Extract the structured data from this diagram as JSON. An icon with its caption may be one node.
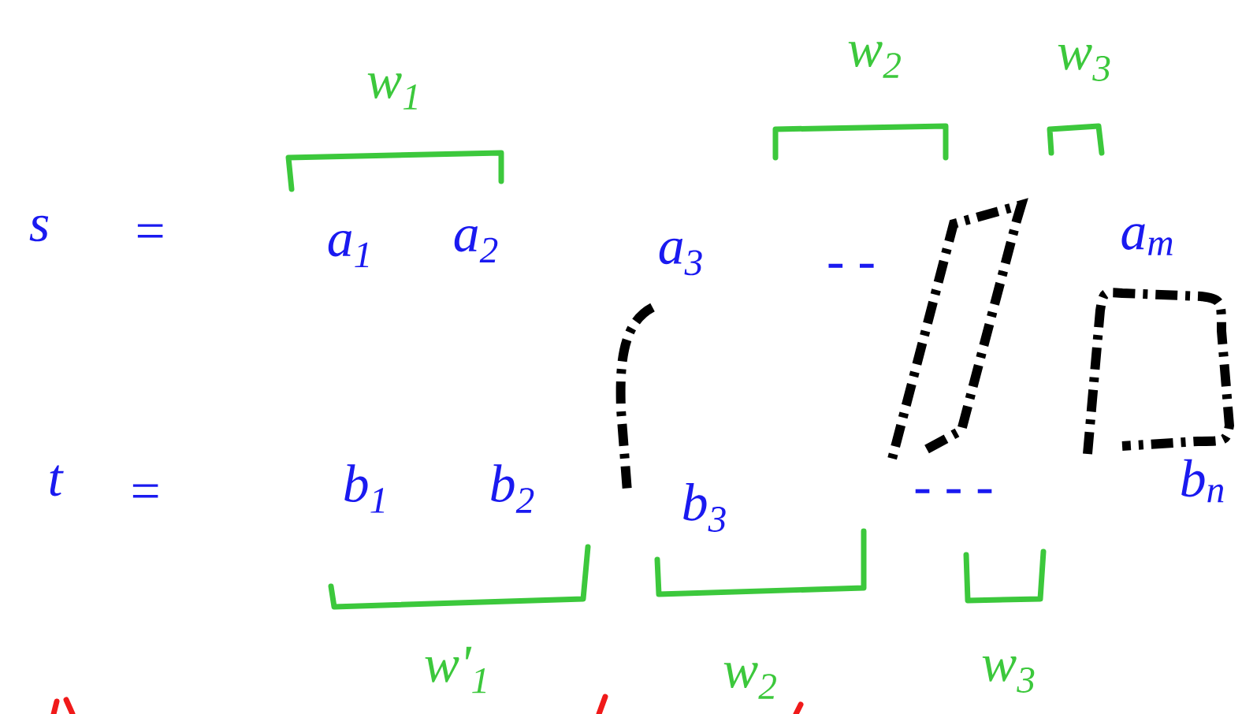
{
  "diagram": {
    "labels": [
      "w$_{1}$",
      "w$_{2}$",
      "w$_{3}$",
      "s",
      "=",
      "a$_{1}$",
      "a$_{2}$",
      "a$_{3}$",
      "- -",
      "a$_{m}$",
      "t",
      "=",
      "b$_{1}$",
      "b$_{2}$",
      "b$_{3}$",
      "- - -",
      "b$_{n}$",
      "w'$_{1}$",
      "w$_{2}$",
      "w$_{3}$"
    ]
  }
}
